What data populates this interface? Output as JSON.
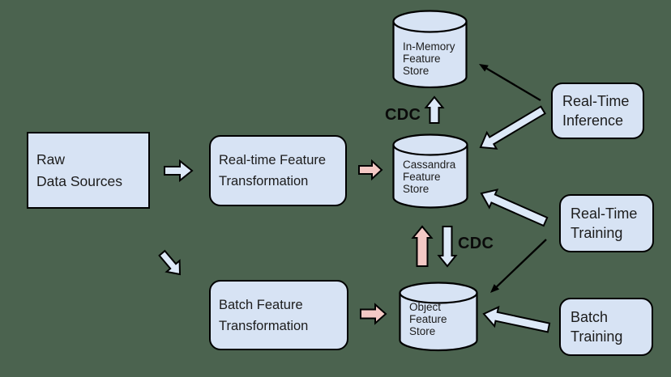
{
  "colors": {
    "background": "#4b634f",
    "node_fill": "#d7e3f4",
    "arrow_blue": "#dde9f8",
    "arrow_pink": "#f4c9c5",
    "outline": "#000000",
    "text": "#1c1c1c"
  },
  "nodes": {
    "raw_data_sources": {
      "lines": [
        "Raw",
        "Data Sources"
      ]
    },
    "realtime_feature_transformation": {
      "lines": [
        "Real-time Feature",
        "Transformation"
      ]
    },
    "batch_feature_transformation": {
      "lines": [
        "Batch Feature",
        "Transformation"
      ]
    },
    "in_memory_feature_store": {
      "lines": [
        "In-Memory",
        "Feature",
        "Store"
      ]
    },
    "cassandra_feature_store": {
      "lines": [
        "Cassandra",
        "Feature",
        "Store"
      ]
    },
    "object_feature_store": {
      "lines": [
        "Object",
        "Feature",
        "Store"
      ]
    },
    "real_time_inference": {
      "lines": [
        "Real-Time",
        "Inference"
      ]
    },
    "real_time_training": {
      "lines": [
        "Real-Time",
        "Training"
      ]
    },
    "batch_training": {
      "lines": [
        "Batch",
        "Training"
      ]
    }
  },
  "labels": {
    "cdc_top": "CDC",
    "cdc_mid": "CDC"
  },
  "edges": [
    {
      "name": "arrow-raw-to-realtime-transformation",
      "from": "raw_data_sources",
      "to": "realtime_feature_transformation",
      "style": "block",
      "color": "blue"
    },
    {
      "name": "arrow-raw-to-batch-transformation",
      "from": "raw_data_sources",
      "to": "batch_feature_transformation",
      "style": "block",
      "color": "blue"
    },
    {
      "name": "arrow-realtime-transformation-to-cassandra",
      "from": "realtime_feature_transformation",
      "to": "cassandra_feature_store",
      "style": "block",
      "color": "pink"
    },
    {
      "name": "arrow-batch-transformation-to-object",
      "from": "batch_feature_transformation",
      "to": "object_feature_store",
      "style": "block",
      "color": "pink"
    },
    {
      "name": "arrow-cassandra-to-inmemory-cdc",
      "from": "cassandra_feature_store",
      "to": "in_memory_feature_store",
      "style": "block",
      "color": "blue"
    },
    {
      "name": "arrow-object-to-cassandra",
      "from": "object_feature_store",
      "to": "cassandra_feature_store",
      "style": "block",
      "color": "pink"
    },
    {
      "name": "arrow-cassandra-to-object-cdc",
      "from": "cassandra_feature_store",
      "to": "object_feature_store",
      "style": "block",
      "color": "blue"
    },
    {
      "name": "arrow-inference-to-cassandra",
      "from": "real_time_inference",
      "to": "cassandra_feature_store",
      "style": "block",
      "color": "blue"
    },
    {
      "name": "arrow-training-to-cassandra",
      "from": "real_time_training",
      "to": "cassandra_feature_store",
      "style": "block",
      "color": "blue"
    },
    {
      "name": "arrow-batch-training-to-object",
      "from": "batch_training",
      "to": "object_feature_store",
      "style": "block",
      "color": "blue"
    },
    {
      "name": "arrow-inference-to-inmemory",
      "from": "real_time_inference",
      "to": "in_memory_feature_store",
      "style": "line",
      "color": "black"
    },
    {
      "name": "arrow-training-to-object",
      "from": "real_time_training",
      "to": "object_feature_store",
      "style": "line",
      "color": "black"
    }
  ]
}
